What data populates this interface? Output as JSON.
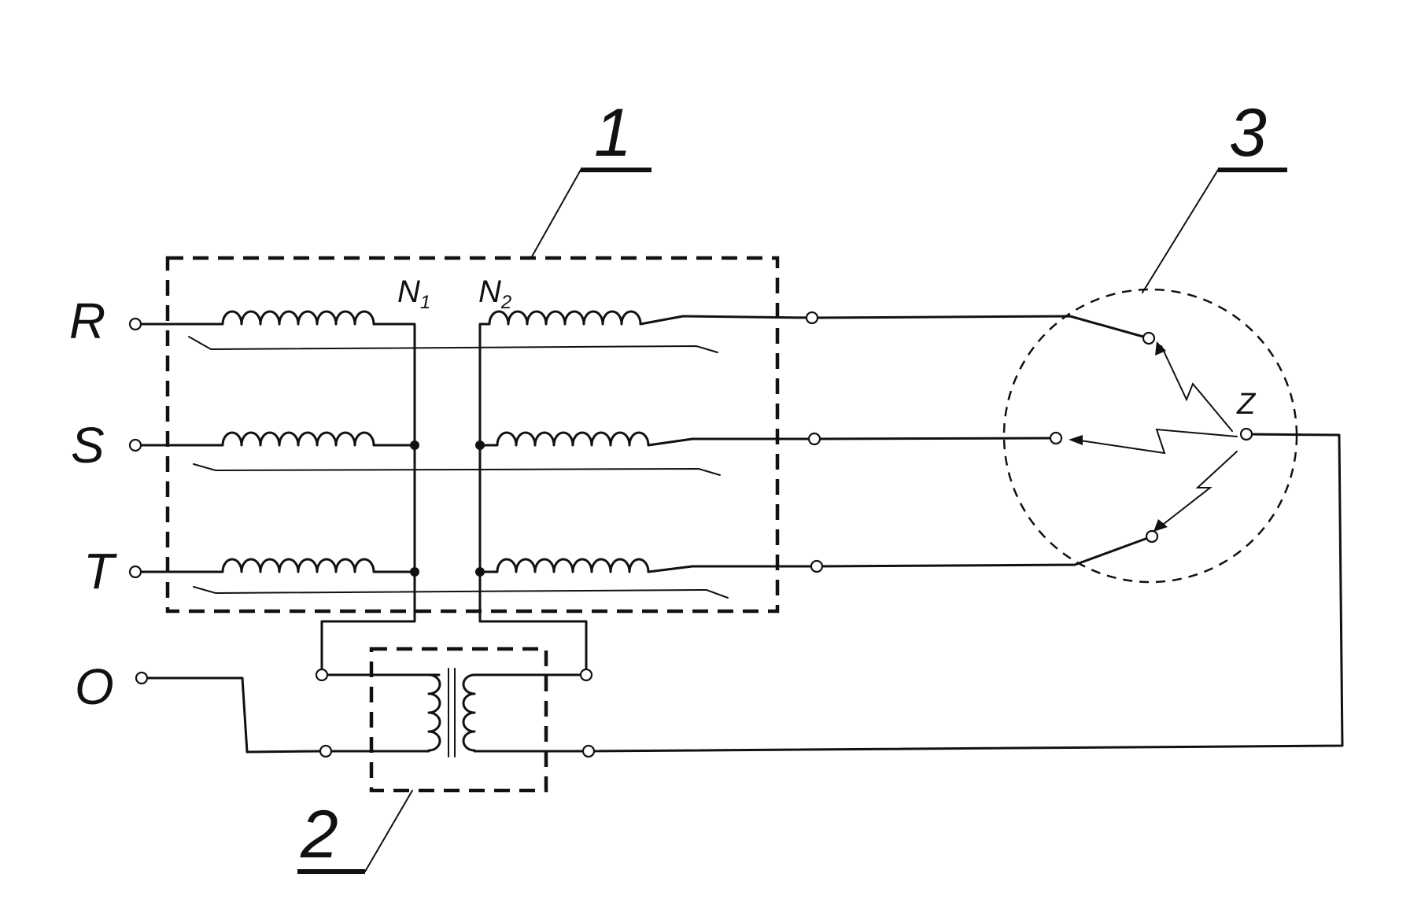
{
  "phases": [
    "R",
    "S",
    "T",
    "O"
  ],
  "coil_labels": {
    "primary": {
      "base": "N",
      "sub": "1"
    },
    "secondary": {
      "base": "N",
      "sub": "2"
    }
  },
  "references": [
    "1",
    "2",
    "3"
  ],
  "load_label": "Z",
  "colors": {
    "ink": "#111111",
    "background": "#ffffff"
  }
}
